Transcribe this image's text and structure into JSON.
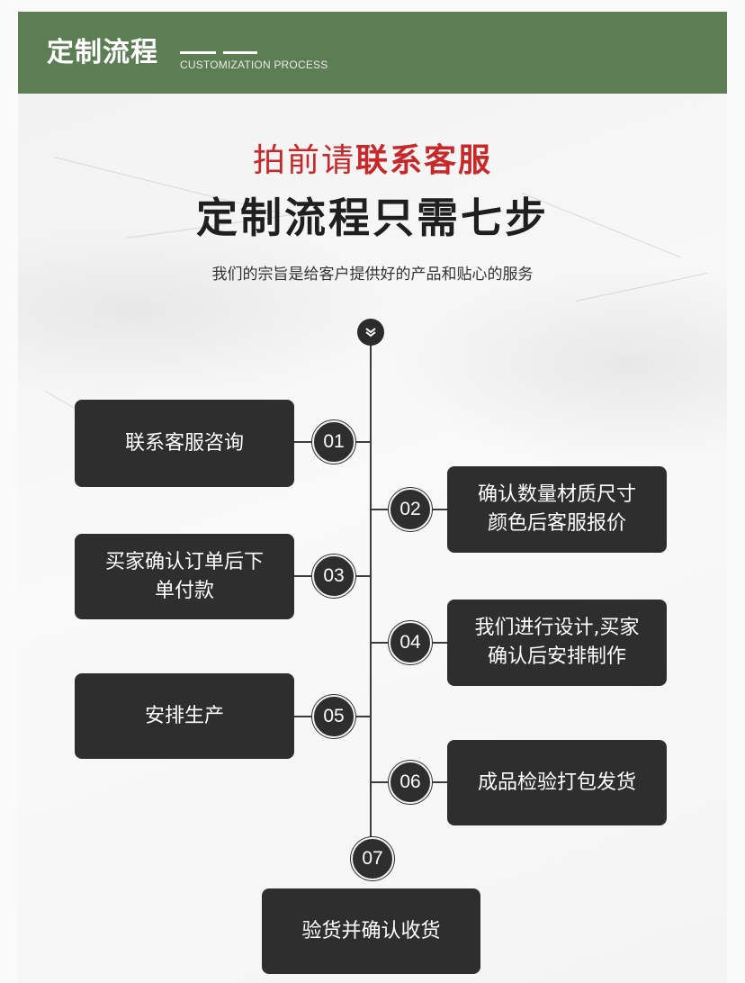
{
  "header": {
    "title": "定制流程",
    "subtitle": "CUSTOMIZATION PROCESS"
  },
  "intro": {
    "line1_plain": "拍前请",
    "line1_emphasis": "联系客服",
    "line2": "定制流程只需七步",
    "line3": "我们的宗旨是给客户提供好的产品和贴心的服务"
  },
  "colors": {
    "header_bg": "#5d7d55",
    "accent_red": "#c8282a",
    "step_box": "#2e2e2e"
  },
  "icons": {
    "timeline_start": "chevron-down-icon"
  },
  "steps": [
    {
      "number": "01",
      "lines": [
        "联系客服咨询"
      ]
    },
    {
      "number": "02",
      "lines": [
        "确认数量材质尺寸",
        "颜色后客服报价"
      ]
    },
    {
      "number": "03",
      "lines": [
        "买家确认订单后下",
        "单付款"
      ]
    },
    {
      "number": "04",
      "lines": [
        "我们进行设计,买家",
        "确认后安排制作"
      ]
    },
    {
      "number": "05",
      "lines": [
        "安排生产"
      ]
    },
    {
      "number": "06",
      "lines": [
        "成品检验打包发货"
      ]
    },
    {
      "number": "07",
      "lines": [
        "验货并确认收货"
      ]
    }
  ]
}
